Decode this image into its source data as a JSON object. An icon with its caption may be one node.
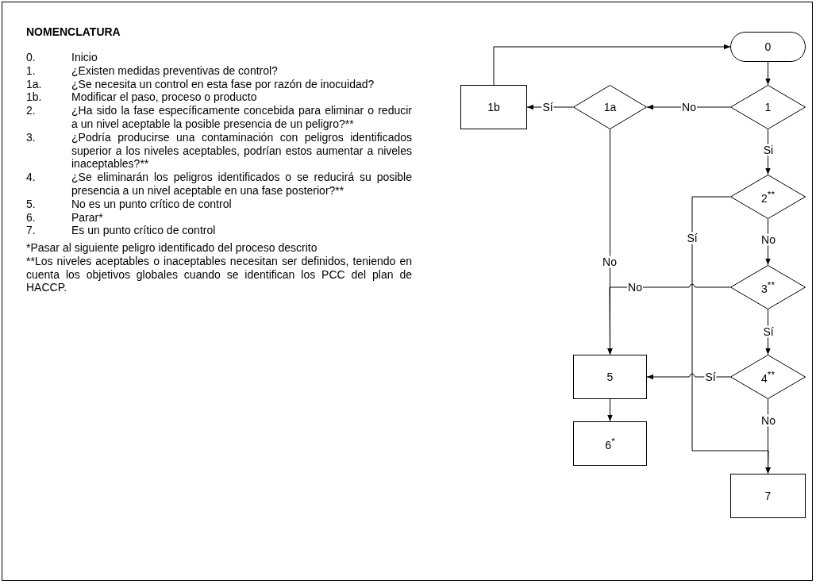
{
  "diagram": {
    "title": "NOMENCLATURA",
    "nodes": [
      {
        "text": [
          "0"
        ]
      },
      {
        "text": [
          "1"
        ]
      },
      {
        "text": [
          "1a"
        ]
      },
      {
        "text": [
          "1b"
        ]
      },
      {
        "text": [
          "2$^{**}$"
        ]
      },
      {
        "text": [
          "3$^{**}$"
        ]
      },
      {
        "text": [
          "4$^{**}$"
        ]
      },
      {
        "text": [
          "5"
        ]
      },
      {
        "text": [
          "6$^{*}$"
        ]
      },
      {
        "text": [
          "7"
        ]
      }
    ],
    "edges": [
      {
        "from": 0,
        "to": 1,
        "arrow": "to"
      },
      {
        "from": 1,
        "to": 2,
        "arrow": "to",
        "label": "No"
      },
      {
        "from": 2,
        "to": 3,
        "arrow": "to",
        "label": "Sí"
      },
      {
        "from": 3,
        "to": 0,
        "arrow": "to"
      },
      {
        "from": 1,
        "to": 4,
        "arrow": "to",
        "label": "Si"
      },
      {
        "from": 2,
        "to": 7,
        "arrow": "to",
        "label": "No"
      },
      {
        "from": 4,
        "to": 9,
        "arrow": "to",
        "label": "Sí"
      },
      {
        "from": 4,
        "to": 5,
        "arrow": "to",
        "label": "No"
      },
      {
        "from": 5,
        "to": 7,
        "arrow": "to",
        "label": "No"
      },
      {
        "from": 5,
        "to": 6,
        "arrow": "to",
        "label": "Sí"
      },
      {
        "from": 6,
        "to": 7,
        "arrow": "to",
        "label": "Sí"
      },
      {
        "from": 6,
        "to": 9,
        "arrow": "to",
        "label": "No"
      },
      {
        "from": 7,
        "to": 8,
        "arrow": "to"
      }
    ],
    "labels": [
      "0.",
      "Inicio",
      "1.",
      "¿Existen medidas preventivas de control?",
      "1a.",
      "¿Se necesita un control en esta fase por razón de inocuidad?",
      "1b.",
      "Modificar el paso, proceso o producto",
      "2.",
      "¿Ha sido la fase específicamente concebida para eliminar o reducir a un nivel aceptable la posible presencia de un peligro?**",
      "3.",
      "¿Podría producirse una contaminación con peligros identificados superior a los niveles aceptables, podrían estos aumentar a niveles inaceptables?**",
      "4.",
      "¿Se eliminarán los peligros identificados o se reducirá su posible presencia a un nivel aceptable en una fase posterior?**",
      "5.",
      "No es un punto crítico de control",
      "6.",
      "Parar*",
      "7.",
      "Es un punto crítico de control",
      "*Pasar al siguiente peligro identificado del proceso descrito",
      "**Los niveles aceptables o inaceptables necesitan ser definidos, teniendo en cuenta los objetivos globales cuando se identifican los PCC del plan de HACCP."
    ]
  }
}
